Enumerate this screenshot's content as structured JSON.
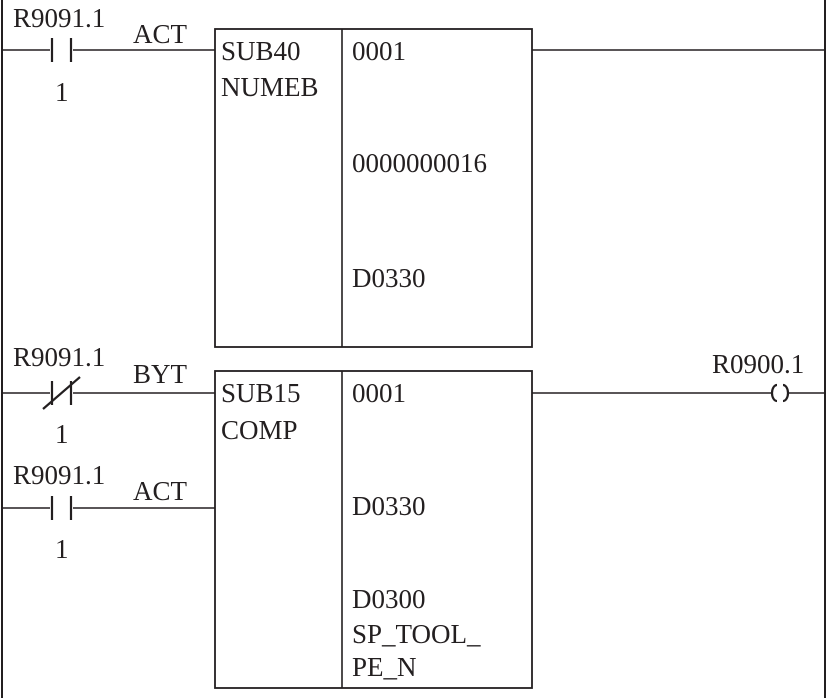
{
  "ladder": {
    "rung1": {
      "contact": {
        "address": "R9091.1",
        "contact_type": "normally-open",
        "number": "1",
        "input_label": "ACT"
      },
      "function_block": {
        "code": "SUB40",
        "name": "NUMEB",
        "params": [
          "0001",
          "0000000016",
          "D0330"
        ]
      }
    },
    "rung2": {
      "contact_byt": {
        "address": "R9091.1",
        "contact_type": "normally-closed",
        "number": "1",
        "input_label": "BYT"
      },
      "contact_act": {
        "address": "R9091.1",
        "contact_type": "normally-open",
        "number": "1",
        "input_label": "ACT"
      },
      "function_block": {
        "code": "SUB15",
        "name": "COMP",
        "params": [
          "0001",
          "D0330",
          "D0300"
        ],
        "symbol_lines": [
          "SP_TOOL_",
          "PE_N"
        ]
      },
      "coil": {
        "address": "R0900.1"
      }
    }
  }
}
